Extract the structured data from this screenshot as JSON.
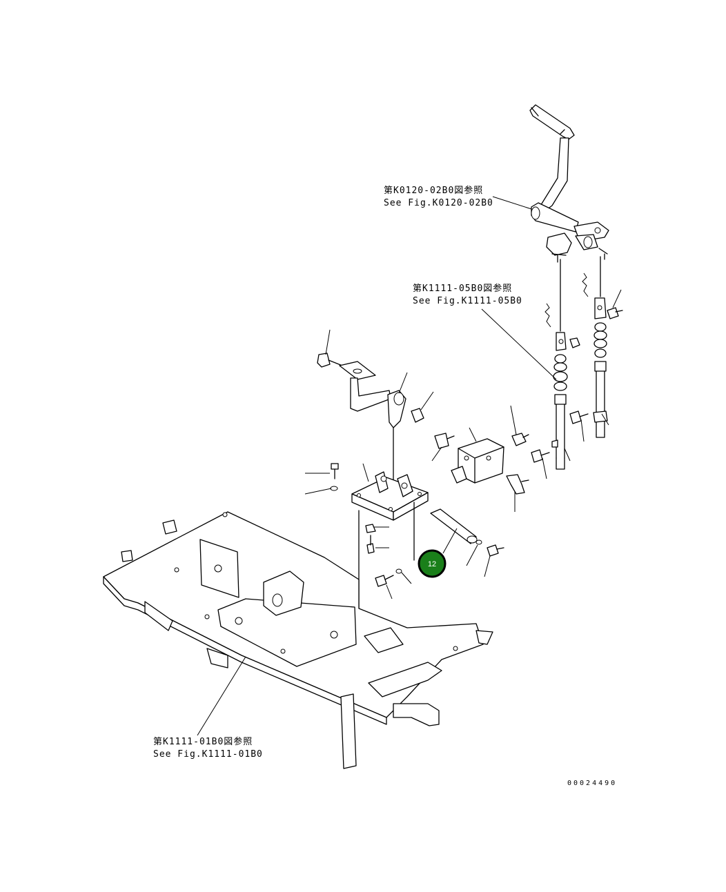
{
  "callouts": [
    {
      "jp": "第K0120-02B0図参照",
      "en": "See Fig.K0120-02B0"
    },
    {
      "jp": "第K1111-05B0図参照",
      "en": "See Fig.K1111-05B0"
    },
    {
      "jp": "第K1111-01B0図参照",
      "en": "See Fig.K1111-01B0"
    }
  ],
  "part_badge": {
    "number": "12",
    "color": "#1a7f1a",
    "highlighted": true
  },
  "drawing_code": "00024490"
}
